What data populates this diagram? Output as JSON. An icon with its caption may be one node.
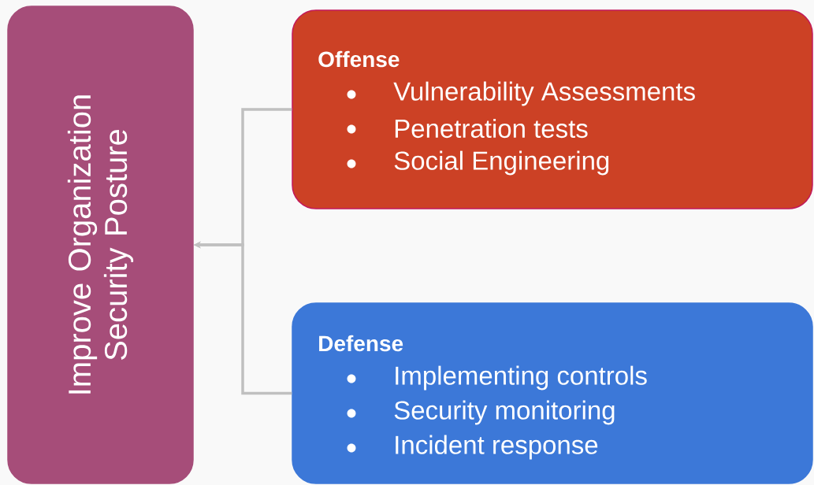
{
  "diagram": {
    "nodes": [
      {
        "text": [
          "Improve Organization Security Posture"
        ]
      },
      {
        "text": [
          "Offense",
          "Vulnerability Assessments",
          "Penetration tests",
          "Social Engineering"
        ]
      },
      {
        "text": [
          "Defense",
          "Implementing controls",
          "Security monitoring",
          "Incident response"
        ]
      }
    ],
    "edges": [
      {
        "from": 1,
        "to": 0,
        "arrow": "to"
      },
      {
        "from": 2,
        "to": 0,
        "arrow": "to"
      }
    ]
  }
}
